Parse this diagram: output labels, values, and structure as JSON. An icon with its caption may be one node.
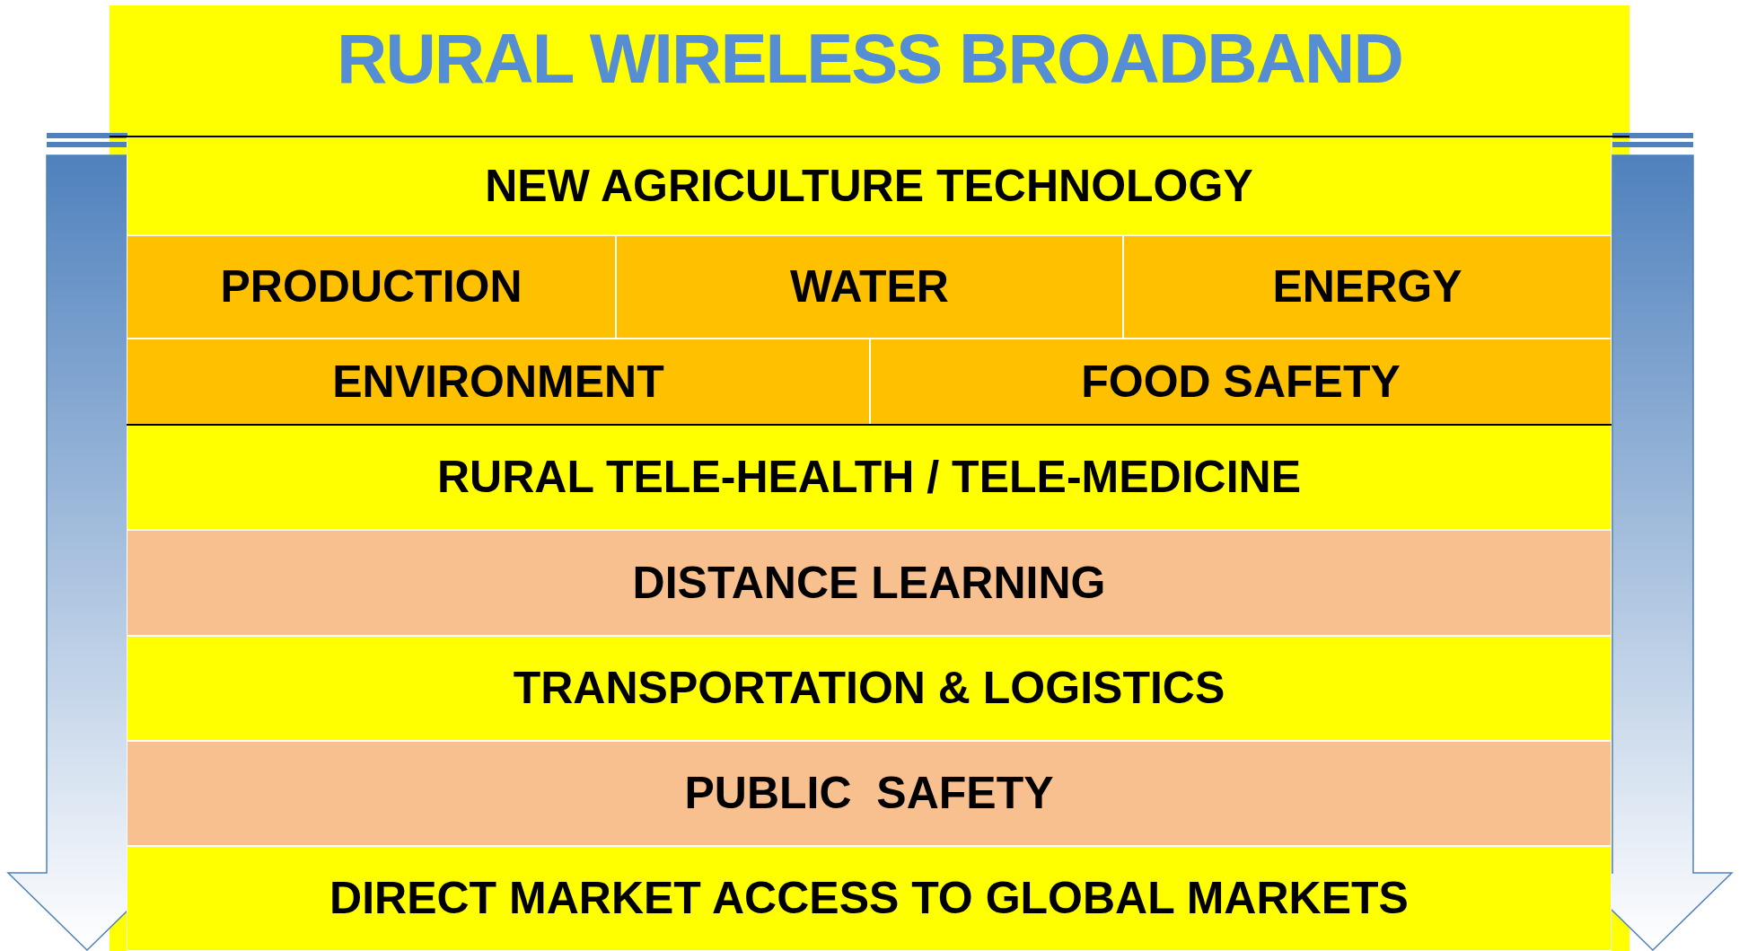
{
  "diagram": {
    "title": "RURAL WIRELESS BROADBAND",
    "nodes": [
      {
        "text": [
          "NEW AGRICULTURE TECHNOLOGY"
        ]
      },
      {
        "text": [
          "PRODUCTION"
        ]
      },
      {
        "text": [
          "WATER"
        ]
      },
      {
        "text": [
          "ENERGY"
        ]
      },
      {
        "text": [
          "ENVIRONMENT"
        ]
      },
      {
        "text": [
          "FOOD SAFETY"
        ]
      },
      {
        "text": [
          "RURAL TELE-HEALTH / TELE-MEDICINE"
        ]
      },
      {
        "text": [
          "DISTANCE LEARNING"
        ]
      },
      {
        "text": [
          "TRANSPORTATION & LOGISTICS"
        ]
      },
      {
        "text": [
          "PUBLIC  SAFETY"
        ]
      },
      {
        "text": [
          "DIRECT MARKET ACCESS TO GLOBAL MARKETS"
        ]
      }
    ]
  }
}
